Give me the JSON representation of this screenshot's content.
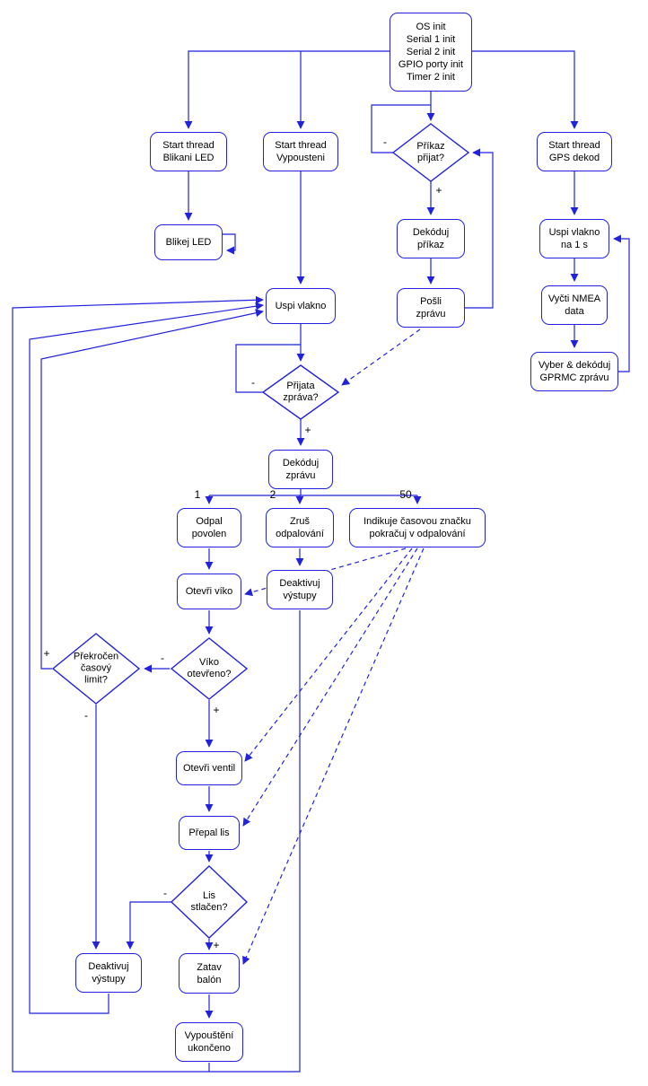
{
  "diagram": {
    "title": "Flowchart (Czech) - balloon release controller firmware flow",
    "colors": {
      "line": "#2222dd",
      "text": "#000000",
      "background": "#ffffff"
    },
    "nodes": {
      "init": {
        "label": "OS init\nSerial 1 init\nSerial 2 init\nGPIO porty init\nTimer 2 init"
      },
      "start_blikani": {
        "label": "Start thread\nBlikani LED"
      },
      "start_vypousteni": {
        "label": "Start thread\nVypousteni"
      },
      "start_gps": {
        "label": "Start thread\nGPS dekod"
      },
      "blikej_led": {
        "label": "Blikej LED"
      },
      "d_prikaz": {
        "label": "Příkaz\npřijat?"
      },
      "dekoduj_prikaz": {
        "label": "Dekóduj\npříkaz"
      },
      "posli_zpravu": {
        "label": "Pošli\nzprávu"
      },
      "uspi_vlakno": {
        "label": "Uspi vlakno"
      },
      "uspi_1s": {
        "label": "Uspi vlakno\nna 1 s"
      },
      "vycti_nmea": {
        "label": "Vyčti NMEA\ndata"
      },
      "vyber_gprmc": {
        "label": "Vyber & dekóduj\nGPRMC zprávu"
      },
      "d_prijata": {
        "label": "Přijata\nzpráva?"
      },
      "dekoduj_zpravu": {
        "label": "Dekóduj\nzprávu"
      },
      "odpal_povolen": {
        "label": "Odpal\npovolen"
      },
      "zrus_odpalovani": {
        "label": "Zruš\nodpalování"
      },
      "indikuje": {
        "label": "Indikuje časovou značku\npokračuj v odpalování"
      },
      "otevri_viko": {
        "label": "Otevři víko"
      },
      "deaktivuj_vystupy_1": {
        "label": "Deaktivuj\nvýstupy"
      },
      "d_viko": {
        "label": "Víko\notevřeno?"
      },
      "d_prekrocen": {
        "label": "Překročen\nčasový\nlimit?"
      },
      "otevri_ventil": {
        "label": "Otevři ventil"
      },
      "prepal_lis": {
        "label": "Přepal lis"
      },
      "d_lis": {
        "label": "Lis\nstlačen?"
      },
      "deaktivuj_vystupy_2": {
        "label": "Deaktivuj\nvýstupy"
      },
      "zatav_balon": {
        "label": "Zatav\nbalón"
      },
      "vypousteni_ukonceno": {
        "label": "Vypouštění\nukončeno"
      }
    },
    "edge_labels": {
      "prikaz_minus": "-",
      "prikaz_plus": "+",
      "prijata_minus": "-",
      "prijata_plus": "+",
      "branch_1": "1",
      "branch_2": "2",
      "branch_50": "50",
      "viko_minus": "-",
      "viko_plus": "+",
      "prekrocen_plus": "+",
      "prekrocen_minus": "-",
      "lis_minus": "-",
      "lis_plus": "+"
    }
  }
}
